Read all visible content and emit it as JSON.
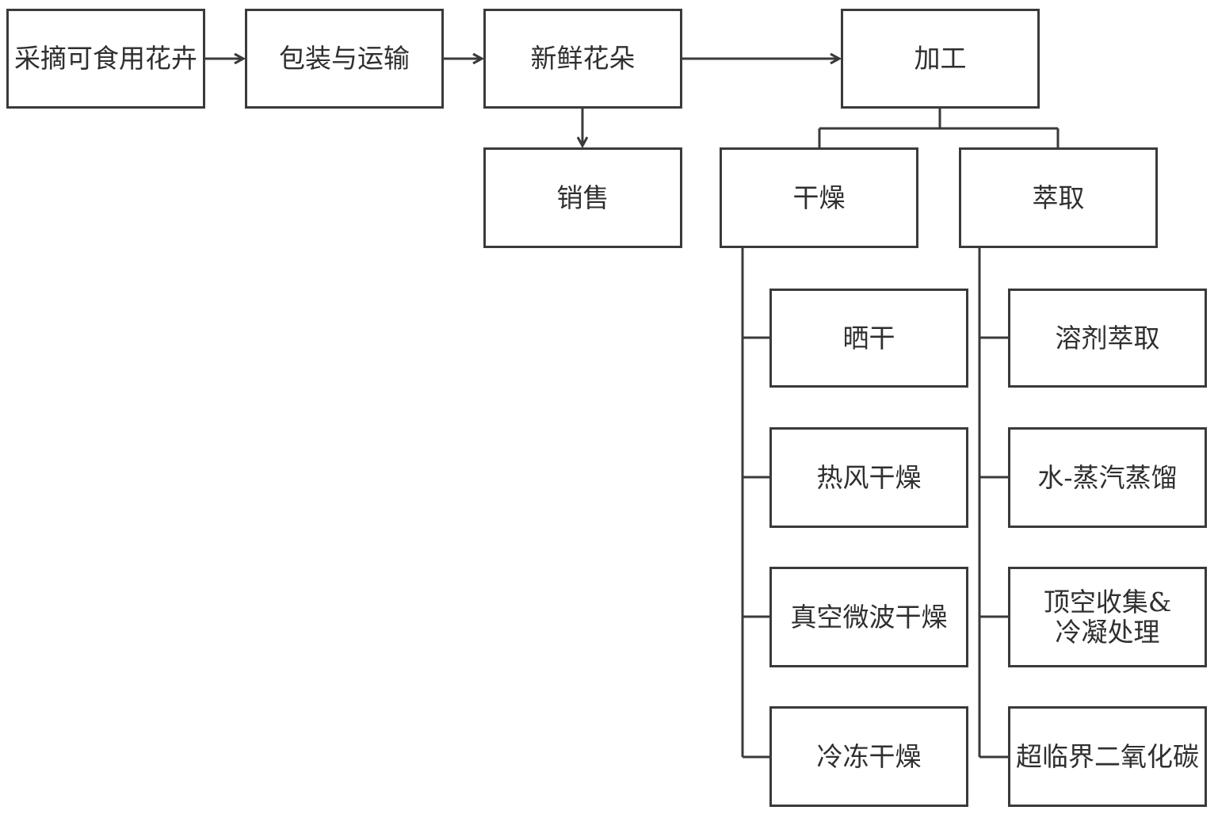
{
  "nodes": {
    "harvest": "采摘可食用花卉",
    "packaging": "包装与运输",
    "fresh": "新鲜花朵",
    "processing": "加工",
    "sales": "销售",
    "drying": "干燥",
    "extraction": "萃取",
    "sun_drying": "晒干",
    "hot_air_drying": "热风干燥",
    "vacuum_microwave_drying": "真空微波干燥",
    "freeze_drying": "冷冻干燥",
    "solvent_extraction": "溶剂萃取",
    "steam_distillation": "水-蒸汽蒸馏",
    "headspace_condensation": "顶空收集&\n冷凝处理",
    "supercritical_co2": "超临界二氧化碳"
  },
  "colors": {
    "line": "#3a3a3a",
    "text": "#2f2f2f",
    "background": "#ffffff"
  }
}
